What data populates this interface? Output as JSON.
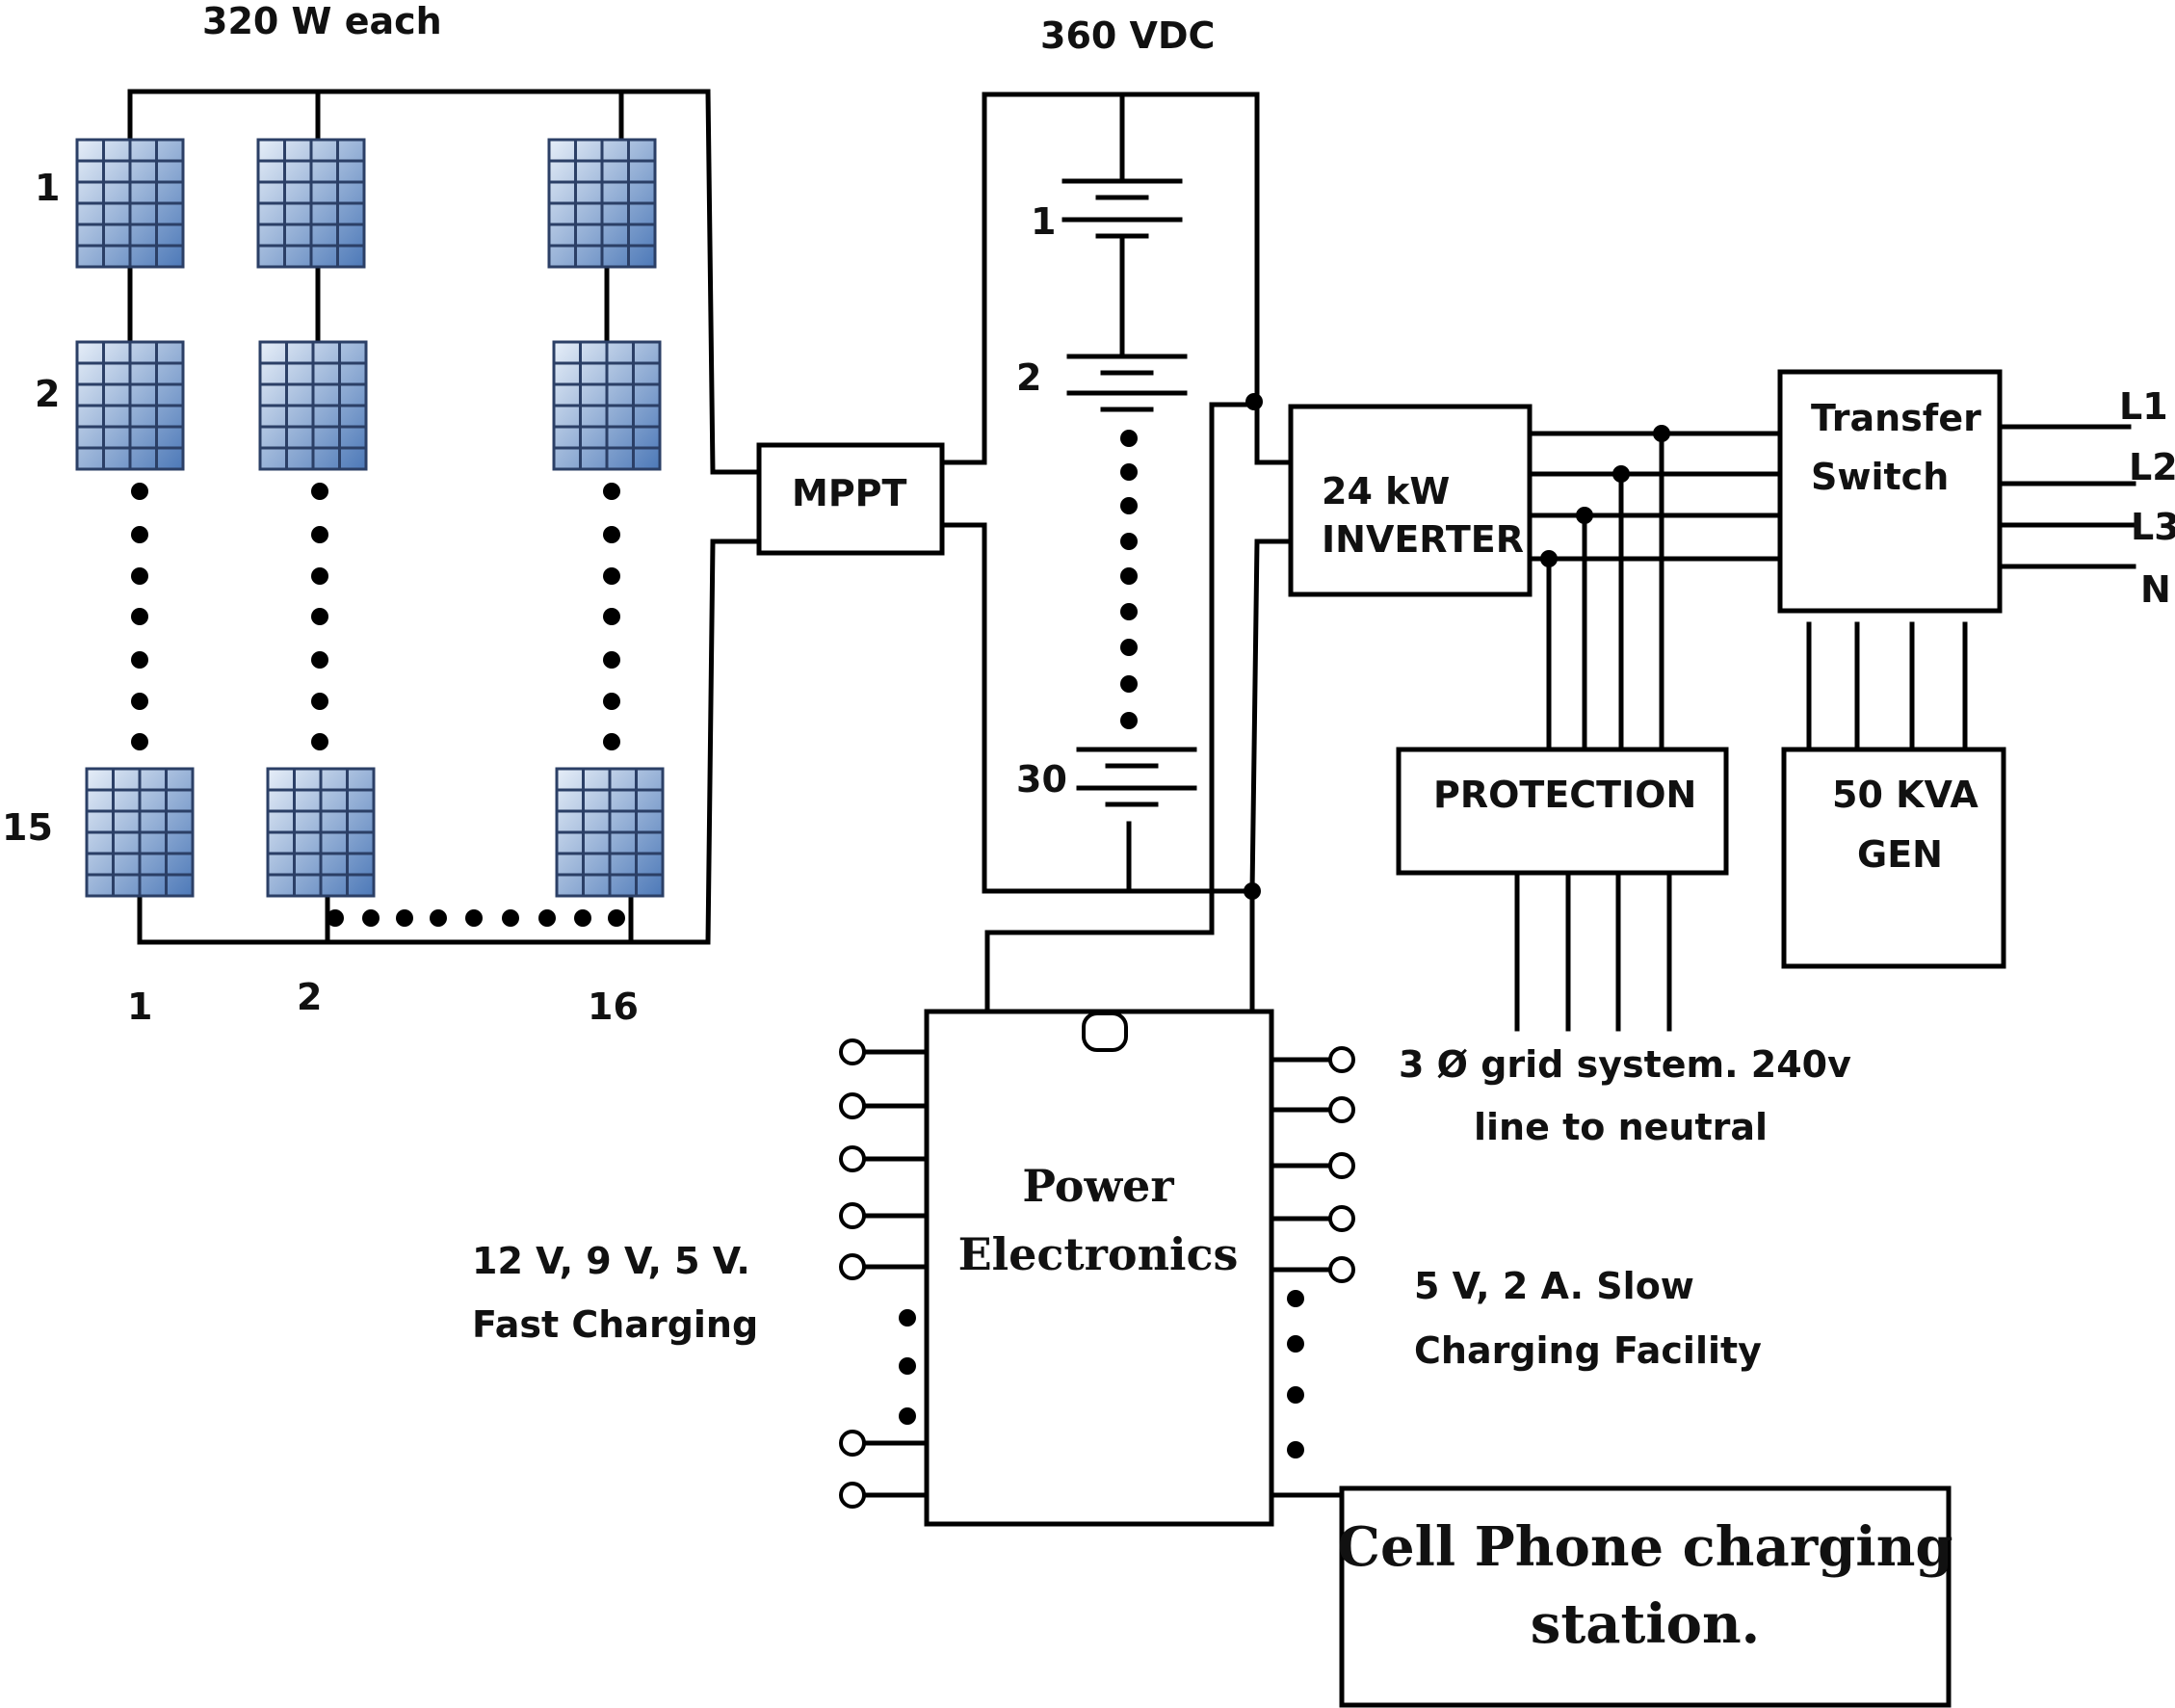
{
  "solar_array": {
    "header": "320 W each",
    "row_labels": [
      "1",
      "2",
      "15"
    ],
    "column_labels": [
      "1",
      "2",
      "16"
    ]
  },
  "mppt": {
    "label": "MPPT"
  },
  "battery_bank": {
    "header": "360 VDC",
    "cell_labels": [
      "1",
      "2",
      "30"
    ]
  },
  "inverter": {
    "line1": "24 kW",
    "line2": "INVERTER"
  },
  "transfer_switch": {
    "line1": "Transfer",
    "line2": "Switch"
  },
  "outputs": {
    "labels": [
      "L1",
      "L2",
      "L3",
      "N"
    ]
  },
  "protection": {
    "label": "PROTECTION"
  },
  "generator": {
    "line1": "50 KVA",
    "line2": "GEN"
  },
  "grid_note": {
    "line1": "3 Ø grid system.  240v",
    "line2": "line to neutral"
  },
  "power_electronics": {
    "line1": "Power",
    "line2": "Electronics"
  },
  "fast_charging": {
    "line1": "12 V, 9 V, 5 V.",
    "line2": "Fast Charging"
  },
  "slow_charging": {
    "line1": "5 V, 2 A.  Slow",
    "line2": "Charging Facility"
  },
  "station": {
    "line1": "Cell Phone charging",
    "line2": "station."
  },
  "colors": {
    "panel_light": "#e6eef8",
    "panel_dark": "#4d79b8",
    "panel_grid": "#2b3f66"
  }
}
